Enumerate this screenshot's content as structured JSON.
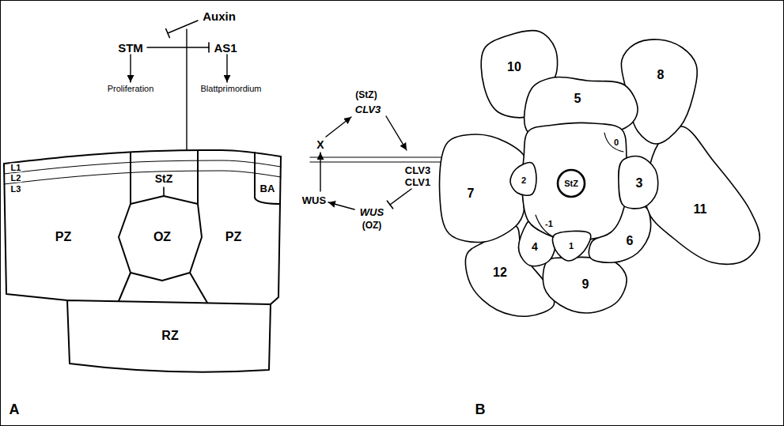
{
  "diagram": {
    "labels": [
      "Auxin",
      "STM",
      "AS1",
      "Proliferation",
      "Blattprimordium",
      "L1",
      "L2",
      "L3",
      "StZ",
      "PZ",
      "OZ",
      "PZ",
      "BA",
      "RZ",
      "(StZ)",
      "CLV3",
      "X",
      "CLV3",
      "CLV1",
      "WUS",
      "WUS",
      "(OZ)",
      "10",
      "5",
      "8",
      "7",
      "2",
      "0",
      "StZ",
      "3",
      "11",
      "12",
      "4",
      "-1",
      "1",
      "6",
      "9",
      "A",
      "B"
    ]
  }
}
